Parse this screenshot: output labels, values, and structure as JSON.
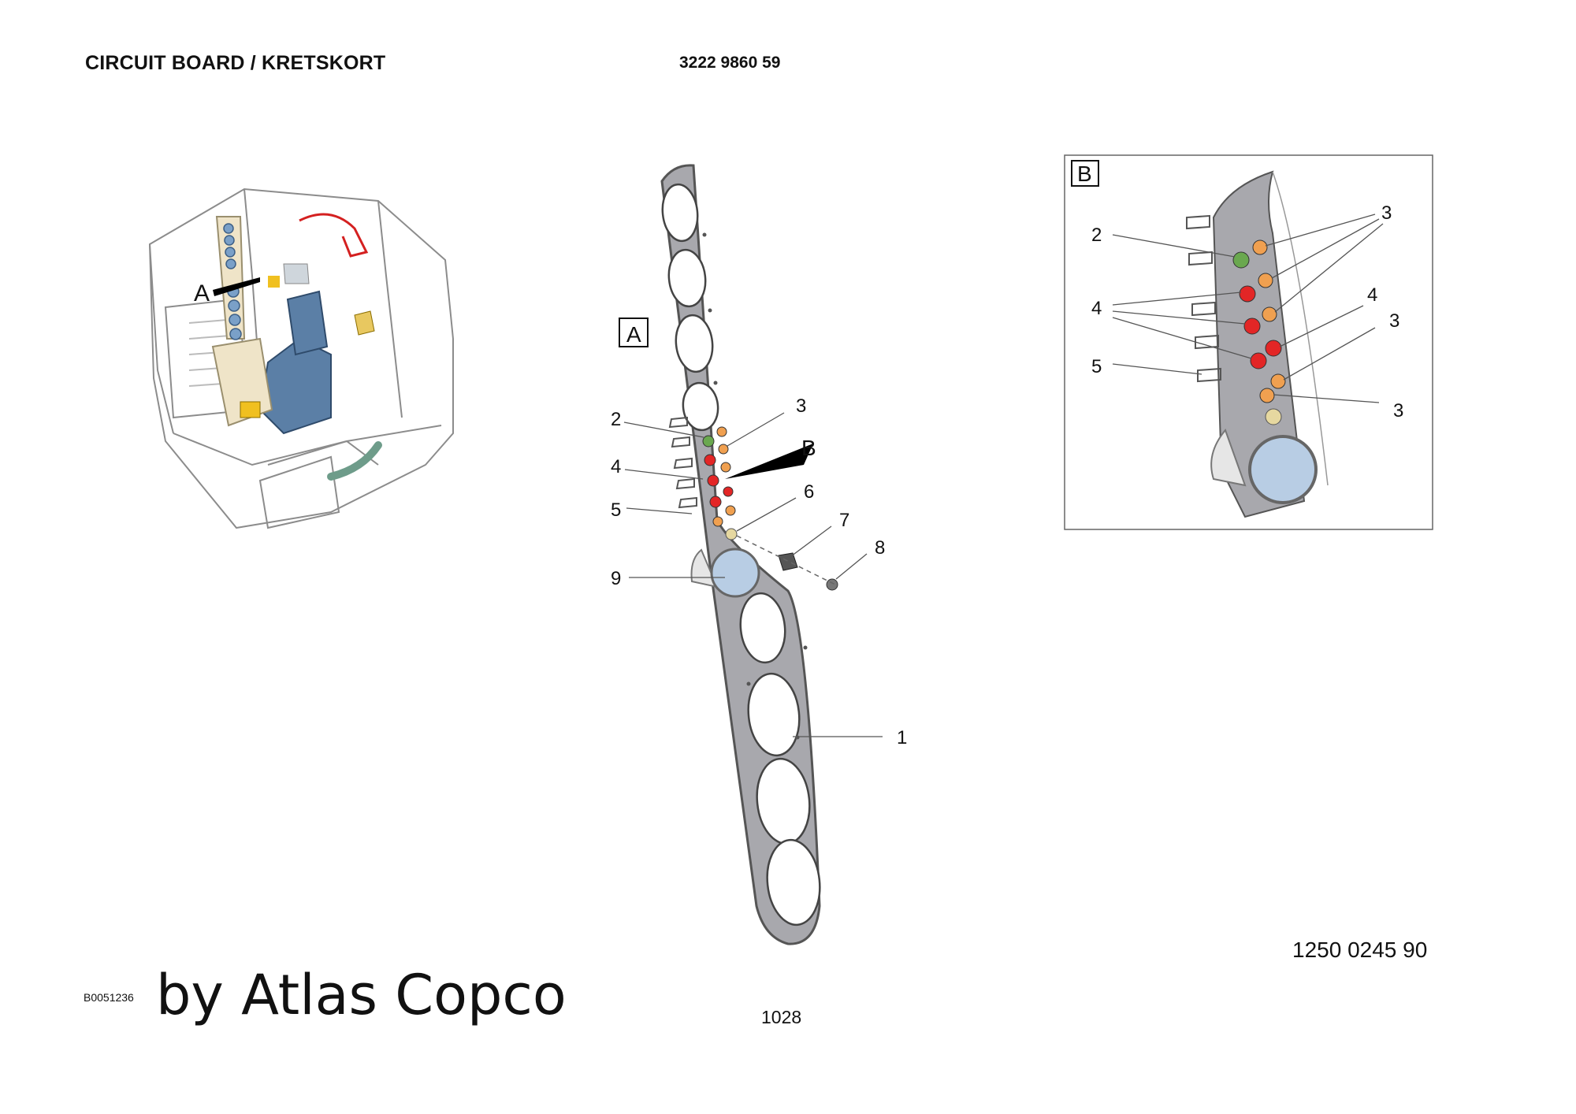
{
  "header": {
    "title": "CIRCUIT BOARD / KRETSKORT",
    "part_number": "3222 9860 59"
  },
  "footer": {
    "figure_code": "B0051236",
    "brand": "by Atlas Copco",
    "page_number": "1028",
    "document_number": "1250 0245 90"
  },
  "cab_view": {
    "callout_label": "A"
  },
  "main_view": {
    "view_label": "A",
    "detail_ref_label": "B",
    "callouts": [
      "1",
      "2",
      "3",
      "4",
      "5",
      "6",
      "7",
      "8",
      "9"
    ]
  },
  "detail_view": {
    "view_label": "B",
    "callouts": [
      "2",
      "3",
      "4",
      "5",
      "4",
      "3",
      "3"
    ]
  },
  "colors": {
    "panel": "#a8a8ad",
    "indicator_green": "#6aa84f",
    "indicator_red": "#e32626",
    "indicator_orange": "#f0a050",
    "gauge_blue": "#b8cde4",
    "seat_blue": "#5b7fa6",
    "pillar_beige": "#efe4c8",
    "hose_red": "#d42020"
  }
}
